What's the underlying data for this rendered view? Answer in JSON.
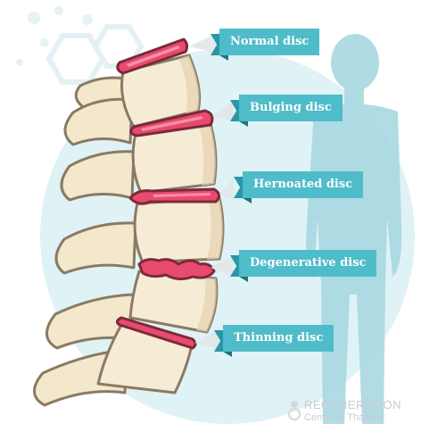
{
  "labels": [
    {
      "text": "Normal disc"
    },
    {
      "text": "Bulging disc"
    },
    {
      "text": "Hernoated disc"
    },
    {
      "text": "Degenerative disc"
    },
    {
      "text": "Thinning disc"
    }
  ],
  "logo": {
    "line1": "REGENERATION",
    "line2": "Center of Thailand"
  },
  "colors": {
    "ribbon": "#4fbcc9",
    "ribbon_dark": "#2a97a6",
    "disc": "#e9416a",
    "bone": "#f3e6c9",
    "circle": "#d9f0f4",
    "silhouette": "#a9d9e2"
  }
}
